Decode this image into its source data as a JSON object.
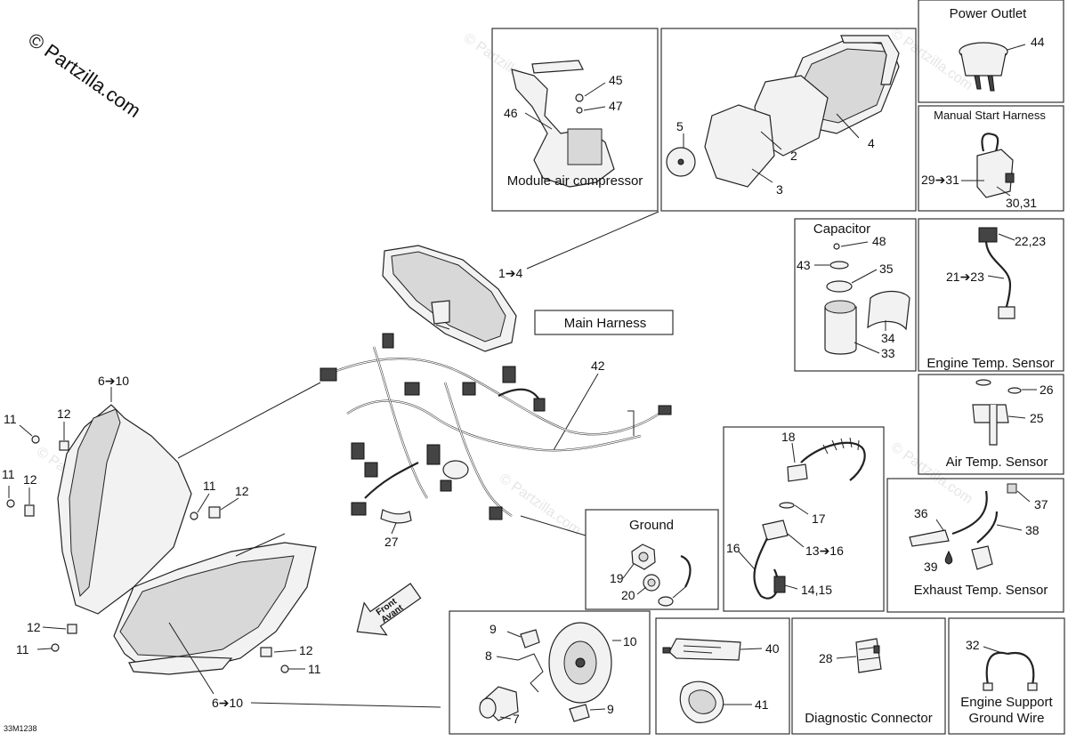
{
  "copyright": "© Partzilla.com",
  "drawing_code": "33M1238",
  "watermarks": [
    "© Partzilla.com",
    "© Partzilla.com",
    "© Partzilla.com",
    "© Partzilla.com",
    "© Partzilla.com"
  ],
  "boxes": {
    "module_air": {
      "title": "Module air compressor",
      "callouts": [
        "45",
        "47",
        "46"
      ]
    },
    "gauge": {
      "callouts": [
        "5",
        "2",
        "3",
        "4"
      ]
    },
    "power_outlet": {
      "title": "Power Outlet",
      "callouts": [
        "44"
      ]
    },
    "manual_start": {
      "title": "Manual Start Harness",
      "callouts": [
        "29➔31",
        "30,31"
      ]
    },
    "capacitor": {
      "title": "Capacitor",
      "callouts": [
        "48",
        "43",
        "35",
        "34",
        "33"
      ]
    },
    "engine_temp": {
      "title": "Engine Temp. Sensor",
      "callouts": [
        "22,23",
        "21➔23"
      ]
    },
    "air_temp": {
      "title": "Air Temp. Sensor",
      "callouts": [
        "26",
        "25"
      ]
    },
    "exhaust_temp": {
      "title": "Exhaust Temp. Sensor",
      "callouts": [
        "37",
        "36",
        "38",
        "39"
      ]
    },
    "coil": {
      "callouts": [
        "18",
        "17",
        "16",
        "13➔16",
        "14,15"
      ]
    },
    "ground": {
      "title": "Ground",
      "callouts": [
        "19",
        "20"
      ]
    },
    "headlamp_bulb": {
      "callouts": [
        "9",
        "10",
        "8",
        "7",
        "9"
      ]
    },
    "grease": {
      "callouts": [
        "40",
        "41"
      ]
    },
    "diag": {
      "title": "Diagnostic Connector",
      "callouts": [
        "28"
      ]
    },
    "ground_wire": {
      "title": "Engine Support Ground Wire",
      "title_lines": [
        "Engine Support",
        "Ground Wire"
      ],
      "callouts": [
        "32"
      ]
    }
  },
  "main": {
    "harness_title": "Main Harness",
    "callouts": {
      "c_1_4": "1➔4",
      "c_42": "42",
      "c_6_10_top": "6➔10",
      "c_6_10_bot": "6➔10",
      "c_27": "27",
      "c_11_a": "11",
      "c_12_a": "12",
      "c_11_b": "11",
      "c_12_b": "12",
      "c_11_c": "11",
      "c_12_c": "12",
      "c_12_d": "12",
      "c_11_d": "11",
      "c_12_e": "12",
      "c_11_e": "11"
    },
    "arrow_text": [
      "Front",
      "Avant"
    ]
  }
}
